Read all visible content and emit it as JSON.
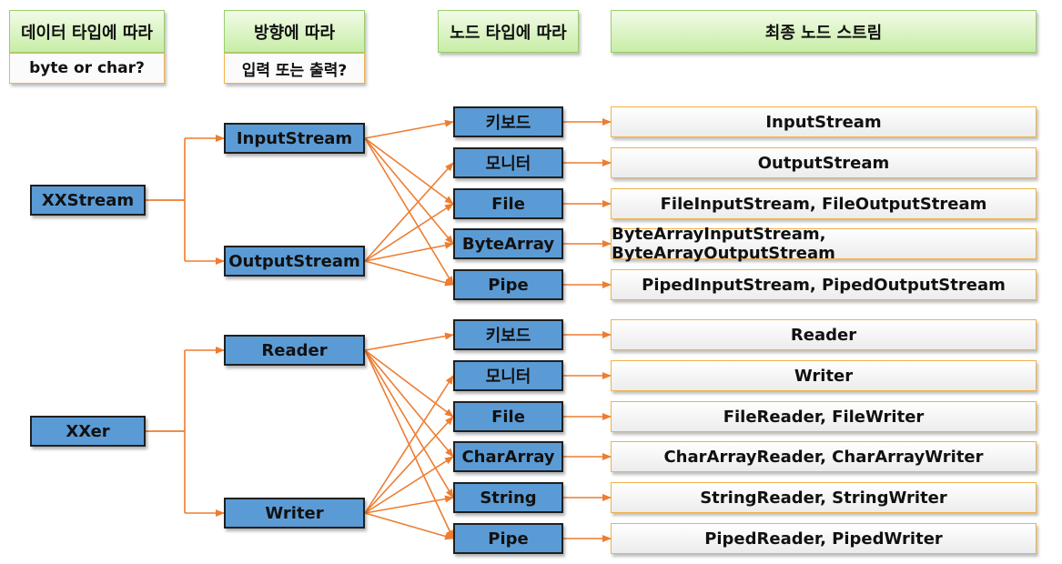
{
  "headers": {
    "data_type": "데이터 타입에 따라",
    "data_type_sub": "byte or char?",
    "direction": "방향에 따라",
    "direction_sub": "입력 또는 출력?",
    "node_type": "노드 타입에 따라",
    "final_stream": "최종 노드 스트림"
  },
  "byte_group": {
    "root": "XXStream",
    "input": "InputStream",
    "output": "OutputStream",
    "nodes": [
      "키보드",
      "모니터",
      "File",
      "ByteArray",
      "Pipe"
    ],
    "results": [
      "InputStream",
      "OutputStream",
      "FileInputStream, FileOutputStream",
      "ByteArrayInputStream, ByteArrayOutputStream",
      "PipedInputStream, PipedOutputStream"
    ]
  },
  "char_group": {
    "root": "XXer",
    "input": "Reader",
    "output": "Writer",
    "nodes": [
      "키보드",
      "모니터",
      "File",
      "CharArray",
      "String",
      "Pipe"
    ],
    "results": [
      "Reader",
      "Writer",
      "FileReader, FileWriter",
      "CharArrayReader, CharArrayWriter",
      "StringReader, StringWriter",
      "PipedReader, PipedWriter"
    ]
  },
  "colors": {
    "arrow": "#ed7d31",
    "box_fill": "#5b9bd5",
    "header_border": "#9acd6e",
    "result_border": "#f0b24a"
  }
}
